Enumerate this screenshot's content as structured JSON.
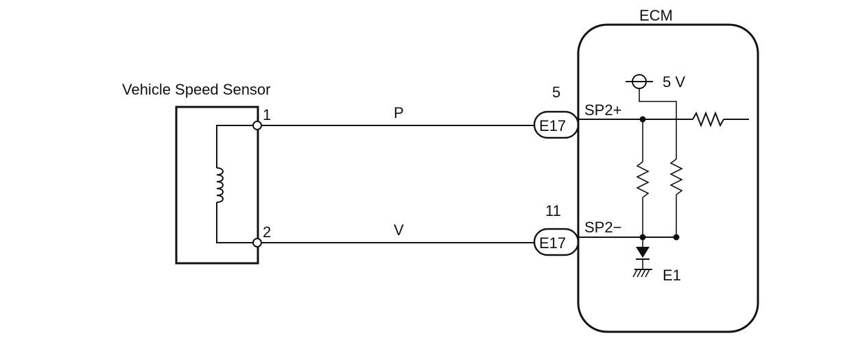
{
  "sensor": {
    "title": "Vehicle Speed Sensor",
    "pin1": "1",
    "pin2": "2"
  },
  "wires": {
    "top_color": "P",
    "bottom_color": "V"
  },
  "connectors": {
    "top": {
      "pin": "5",
      "name": "E17"
    },
    "bottom": {
      "pin": "11",
      "name": "E17"
    }
  },
  "ecm": {
    "title": "ECM",
    "supply": "5 V",
    "terminal_plus": "SP2+",
    "terminal_minus": "SP2−",
    "ground": "E1"
  }
}
